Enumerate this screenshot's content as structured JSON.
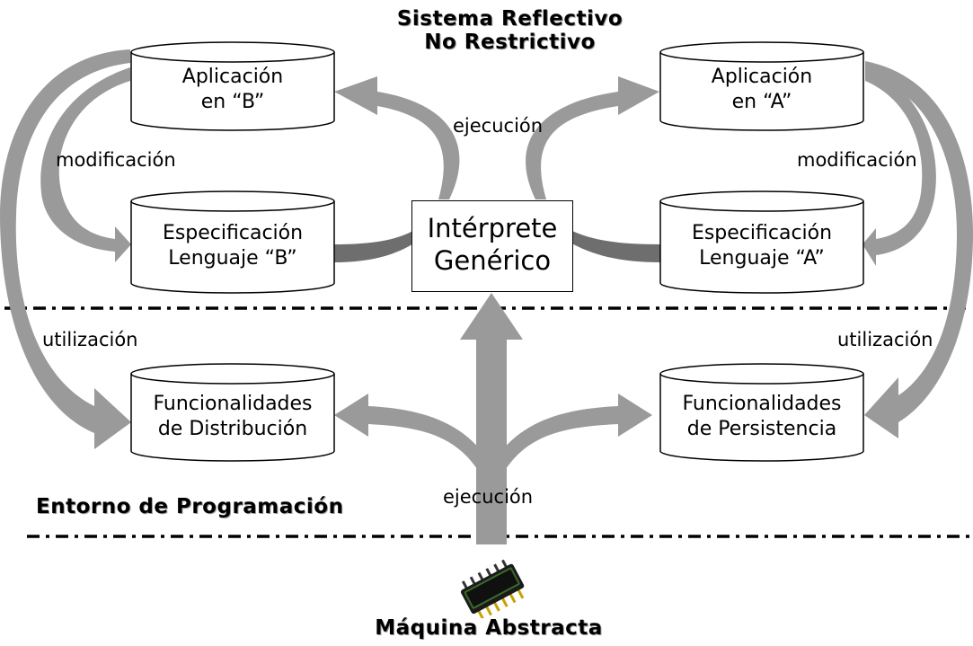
{
  "title_top": {
    "line1": "Sistema Reflectivo",
    "line2": "No Restrictivo"
  },
  "interpreter": {
    "line1": "Intérprete",
    "line2": "Genérico"
  },
  "boxes": {
    "app_b": {
      "line1": "Aplicación",
      "line2": "en “B”"
    },
    "app_a": {
      "line1": "Aplicación",
      "line2": "en “A”"
    },
    "spec_b": {
      "line1": "Especificación",
      "line2": "Lenguaje “B”"
    },
    "spec_a": {
      "line1": "Especificación",
      "line2": "Lenguaje “A”"
    },
    "func_dist": {
      "line1": "Funcionalidades",
      "line2": "de Distribución"
    },
    "func_pers": {
      "line1": "Funcionalidades",
      "line2": "de Persistencia"
    }
  },
  "labels": {
    "ejecucion_top": "ejecución",
    "modificacion_left": "modificación",
    "modificacion_right": "modificación",
    "utilizacion_left": "utilización",
    "utilizacion_right": "utilización",
    "ejecucion_bottom": "ejecución"
  },
  "environment_label": "Entorno de Programación",
  "machine_label": "Máquina Abstracta",
  "icons": [
    "microchip-icon"
  ],
  "colors": {
    "arrow_light": "#9a9a9a",
    "arrow_dark": "#6e6e6e",
    "line": "#000000"
  }
}
